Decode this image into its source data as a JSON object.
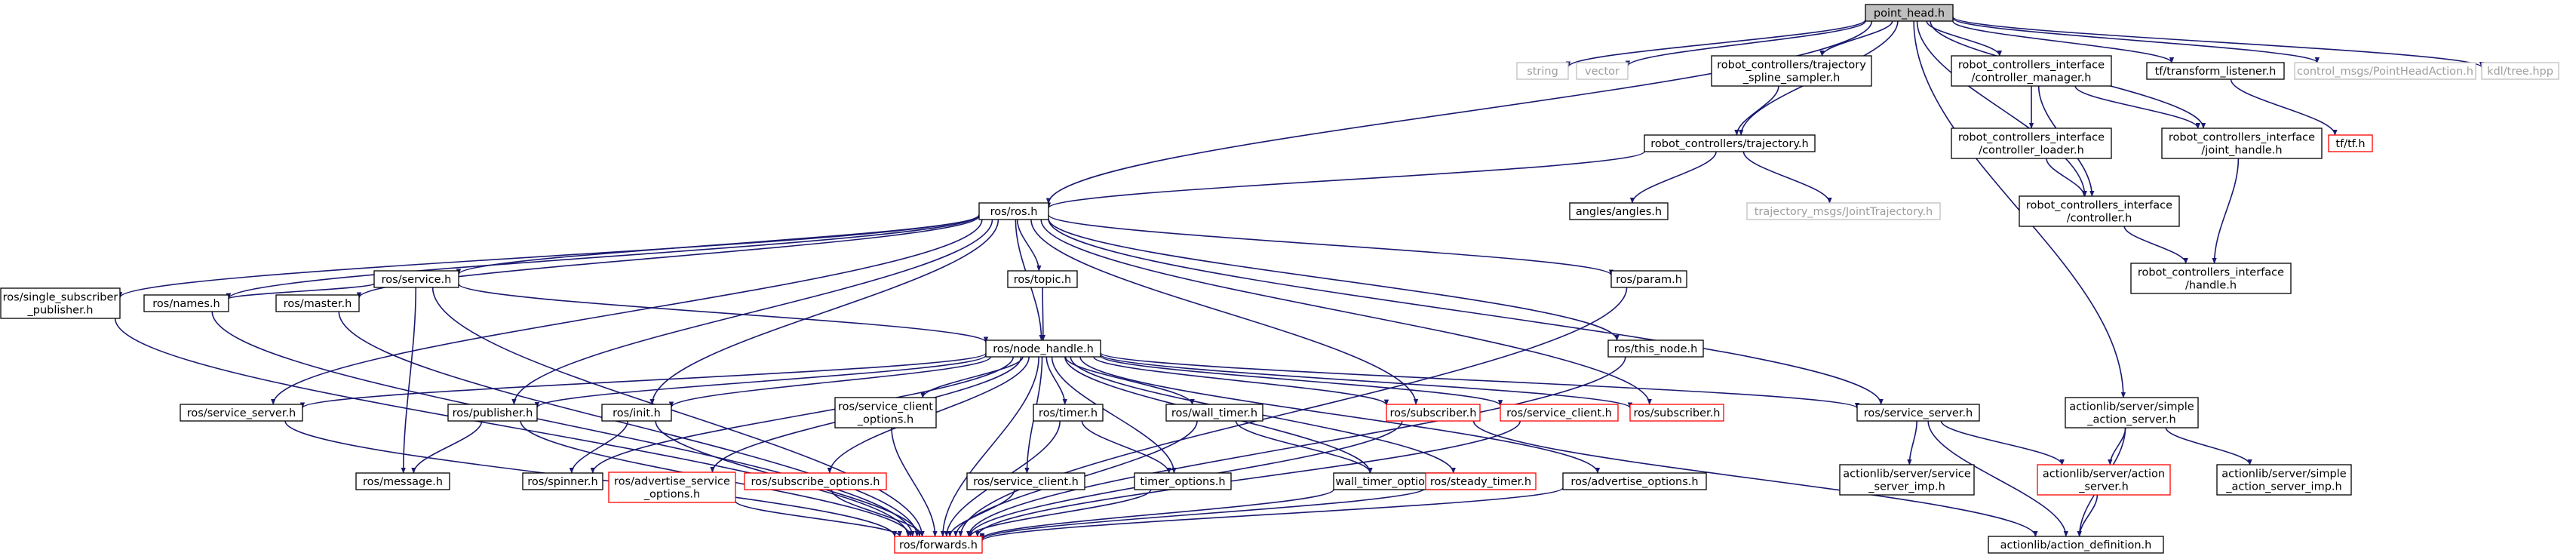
{
  "colors": {
    "edge": "#191970",
    "box_border_documented": "#000000",
    "box_border_undocumented": "#ff0000",
    "box_border_external": "#bfbfbf",
    "root_fill": "#bfbfbf"
  },
  "nodes": [
    {
      "id": "point_head",
      "lines": [
        "point_head.h"
      ],
      "kind": "root"
    },
    {
      "id": "string",
      "lines": [
        "string"
      ],
      "kind": "external"
    },
    {
      "id": "vector",
      "lines": [
        "vector"
      ],
      "kind": "external"
    },
    {
      "id": "spline_sampler",
      "lines": [
        "robot_controllers/trajectory",
        "_spline_sampler.h"
      ],
      "kind": "documented"
    },
    {
      "id": "controller_manager",
      "lines": [
        "robot_controllers_interface",
        "/controller_manager.h"
      ],
      "kind": "documented"
    },
    {
      "id": "transform_listener",
      "lines": [
        "tf/transform_listener.h"
      ],
      "kind": "documented"
    },
    {
      "id": "point_head_action",
      "lines": [
        "control_msgs/PointHeadAction.h"
      ],
      "kind": "external"
    },
    {
      "id": "kdl_tree",
      "lines": [
        "kdl/tree.hpp"
      ],
      "kind": "external"
    },
    {
      "id": "trajectory",
      "lines": [
        "robot_controllers/trajectory.h"
      ],
      "kind": "documented"
    },
    {
      "id": "controller_loader",
      "lines": [
        "robot_controllers_interface",
        "/controller_loader.h"
      ],
      "kind": "documented"
    },
    {
      "id": "joint_handle",
      "lines": [
        "robot_controllers_interface",
        "/joint_handle.h"
      ],
      "kind": "documented"
    },
    {
      "id": "tf_h",
      "lines": [
        "tf/tf.h"
      ],
      "kind": "undocumented"
    },
    {
      "id": "angles",
      "lines": [
        "angles/angles.h"
      ],
      "kind": "documented"
    },
    {
      "id": "joint_trajectory",
      "lines": [
        "trajectory_msgs/JointTrajectory.h"
      ],
      "kind": "external"
    },
    {
      "id": "ros_h",
      "lines": [
        "ros/ros.h"
      ],
      "kind": "documented"
    },
    {
      "id": "controller",
      "lines": [
        "robot_controllers_interface",
        "/controller.h"
      ],
      "kind": "documented"
    },
    {
      "id": "handle",
      "lines": [
        "robot_controllers_interface",
        "/handle.h"
      ],
      "kind": "documented"
    },
    {
      "id": "service",
      "lines": [
        "ros/service.h"
      ],
      "kind": "documented"
    },
    {
      "id": "topic",
      "lines": [
        "ros/topic.h"
      ],
      "kind": "documented"
    },
    {
      "id": "param",
      "lines": [
        "ros/param.h"
      ],
      "kind": "documented"
    },
    {
      "id": "single_sub_pub",
      "lines": [
        "ros/single_subscriber",
        "_publisher.h"
      ],
      "kind": "documented"
    },
    {
      "id": "names",
      "lines": [
        "ros/names.h"
      ],
      "kind": "documented"
    },
    {
      "id": "master",
      "lines": [
        "ros/master.h"
      ],
      "kind": "documented"
    },
    {
      "id": "node_handle",
      "lines": [
        "ros/node_handle.h"
      ],
      "kind": "documented"
    },
    {
      "id": "this_node",
      "lines": [
        "ros/this_node.h"
      ],
      "kind": "documented"
    },
    {
      "id": "simple_action_server",
      "lines": [
        "actionlib/server/simple",
        "_action_server.h"
      ],
      "kind": "documented"
    },
    {
      "id": "service_server_left",
      "lines": [
        "ros/service_server.h"
      ],
      "kind": "documented"
    },
    {
      "id": "publisher",
      "lines": [
        "ros/publisher.h"
      ],
      "kind": "documented"
    },
    {
      "id": "init",
      "lines": [
        "ros/init.h"
      ],
      "kind": "documented"
    },
    {
      "id": "service_client_options",
      "lines": [
        "ros/service_client",
        "_options.h"
      ],
      "kind": "documented"
    },
    {
      "id": "timer",
      "lines": [
        "ros/timer.h"
      ],
      "kind": "documented"
    },
    {
      "id": "wall_timer",
      "lines": [
        "ros/wall_timer.h"
      ],
      "kind": "documented"
    },
    {
      "id": "subscriber_a",
      "lines": [
        "ros/subscriber.h"
      ],
      "kind": "undocumented"
    },
    {
      "id": "service_client_top",
      "lines": [
        "ros/service_client.h"
      ],
      "kind": "undocumented"
    },
    {
      "id": "subscriber_b",
      "lines": [
        "ros/subscriber.h"
      ],
      "kind": "undocumented"
    },
    {
      "id": "service_server_right",
      "lines": [
        "ros/service_server.h"
      ],
      "kind": "documented"
    },
    {
      "id": "message",
      "lines": [
        "ros/message.h"
      ],
      "kind": "documented"
    },
    {
      "id": "spinner",
      "lines": [
        "ros/spinner.h"
      ],
      "kind": "documented"
    },
    {
      "id": "advertise_service_options",
      "lines": [
        "ros/advertise_service",
        "_options.h"
      ],
      "kind": "undocumented"
    },
    {
      "id": "subscribe_options",
      "lines": [
        "ros/subscribe_options.h"
      ],
      "kind": "undocumented"
    },
    {
      "id": "service_client_bottom",
      "lines": [
        "ros/service_client.h"
      ],
      "kind": "documented"
    },
    {
      "id": "timer_options",
      "lines": [
        "timer_options.h"
      ],
      "kind": "documented"
    },
    {
      "id": "wall_timer_options",
      "lines": [
        "wall_timer_options.h"
      ],
      "kind": "documented"
    },
    {
      "id": "steady_timer",
      "lines": [
        "ros/steady_timer.h"
      ],
      "kind": "undocumented"
    },
    {
      "id": "advertise_options",
      "lines": [
        "ros/advertise_options.h"
      ],
      "kind": "documented"
    },
    {
      "id": "service_server_imp",
      "lines": [
        "actionlib/server/service",
        "_server_imp.h"
      ],
      "kind": "documented"
    },
    {
      "id": "action_server",
      "lines": [
        "actionlib/server/action",
        "_server.h"
      ],
      "kind": "undocumented"
    },
    {
      "id": "simple_action_server_imp",
      "lines": [
        "actionlib/server/simple",
        "_action_server_imp.h"
      ],
      "kind": "documented"
    },
    {
      "id": "forwards",
      "lines": [
        "ros/forwards.h"
      ],
      "kind": "undocumented"
    },
    {
      "id": "action_definition",
      "lines": [
        "actionlib/action_definition.h"
      ],
      "kind": "documented"
    }
  ],
  "edges": [
    [
      "point_head",
      "string"
    ],
    [
      "point_head",
      "vector"
    ],
    [
      "point_head",
      "spline_sampler"
    ],
    [
      "point_head",
      "controller_manager"
    ],
    [
      "point_head",
      "transform_listener"
    ],
    [
      "point_head",
      "point_head_action"
    ],
    [
      "point_head",
      "kdl_tree"
    ],
    [
      "point_head",
      "trajectory"
    ],
    [
      "point_head",
      "ros_h"
    ],
    [
      "point_head",
      "joint_handle"
    ],
    [
      "point_head",
      "controller"
    ],
    [
      "point_head",
      "simple_action_server"
    ],
    [
      "spline_sampler",
      "trajectory"
    ],
    [
      "controller_manager",
      "controller_loader"
    ],
    [
      "controller_manager",
      "controller"
    ],
    [
      "controller_manager",
      "joint_handle"
    ],
    [
      "transform_listener",
      "tf_h"
    ],
    [
      "trajectory",
      "angles"
    ],
    [
      "trajectory",
      "joint_trajectory"
    ],
    [
      "trajectory",
      "ros_h"
    ],
    [
      "controller_loader",
      "controller"
    ],
    [
      "joint_handle",
      "handle"
    ],
    [
      "controller",
      "handle"
    ],
    [
      "ros_h",
      "service"
    ],
    [
      "ros_h",
      "topic"
    ],
    [
      "ros_h",
      "param"
    ],
    [
      "ros_h",
      "single_sub_pub"
    ],
    [
      "ros_h",
      "names"
    ],
    [
      "ros_h",
      "master"
    ],
    [
      "ros_h",
      "node_handle"
    ],
    [
      "ros_h",
      "this_node"
    ],
    [
      "ros_h",
      "service_server_left"
    ],
    [
      "ros_h",
      "publisher"
    ],
    [
      "ros_h",
      "init"
    ],
    [
      "ros_h",
      "subscriber_a"
    ],
    [
      "ros_h",
      "subscriber_b"
    ],
    [
      "ros_h",
      "service_server_right"
    ],
    [
      "service",
      "names"
    ],
    [
      "service",
      "node_handle"
    ],
    [
      "service",
      "message"
    ],
    [
      "service",
      "forwards"
    ],
    [
      "topic",
      "node_handle"
    ],
    [
      "single_sub_pub",
      "forwards"
    ],
    [
      "names",
      "forwards"
    ],
    [
      "master",
      "forwards"
    ],
    [
      "this_node",
      "forwards"
    ],
    [
      "param",
      "forwards"
    ],
    [
      "node_handle",
      "service_server_left"
    ],
    [
      "node_handle",
      "publisher"
    ],
    [
      "node_handle",
      "init"
    ],
    [
      "node_handle",
      "service_client_options"
    ],
    [
      "node_handle",
      "timer"
    ],
    [
      "node_handle",
      "wall_timer"
    ],
    [
      "node_handle",
      "subscriber_a"
    ],
    [
      "node_handle",
      "service_client_top"
    ],
    [
      "node_handle",
      "subscriber_b"
    ],
    [
      "node_handle",
      "service_server_right"
    ],
    [
      "node_handle",
      "spinner"
    ],
    [
      "node_handle",
      "advertise_service_options"
    ],
    [
      "node_handle",
      "subscribe_options"
    ],
    [
      "node_handle",
      "service_client_bottom"
    ],
    [
      "node_handle",
      "timer_options"
    ],
    [
      "node_handle",
      "wall_timer_options"
    ],
    [
      "node_handle",
      "steady_timer"
    ],
    [
      "node_handle",
      "advertise_options"
    ],
    [
      "node_handle",
      "forwards"
    ],
    [
      "service_server_left",
      "forwards"
    ],
    [
      "publisher",
      "message"
    ],
    [
      "publisher",
      "forwards"
    ],
    [
      "init",
      "spinner"
    ],
    [
      "init",
      "forwards"
    ],
    [
      "service_client_options",
      "forwards"
    ],
    [
      "timer",
      "timer_options"
    ],
    [
      "timer",
      "forwards"
    ],
    [
      "wall_timer",
      "wall_timer_options"
    ],
    [
      "wall_timer",
      "forwards"
    ],
    [
      "subscriber_a",
      "forwards"
    ],
    [
      "subscriber_a",
      "action_definition"
    ],
    [
      "service_client_top",
      "forwards"
    ],
    [
      "advertise_service_options",
      "forwards"
    ],
    [
      "subscribe_options",
      "forwards"
    ],
    [
      "service_client_bottom",
      "forwards"
    ],
    [
      "timer_options",
      "forwards"
    ],
    [
      "wall_timer_options",
      "forwards"
    ],
    [
      "steady_timer",
      "forwards"
    ],
    [
      "advertise_options",
      "forwards"
    ],
    [
      "service_server_right",
      "service_server_imp"
    ],
    [
      "service_server_right",
      "action_server"
    ],
    [
      "service_server_right",
      "action_definition"
    ],
    [
      "simple_action_server",
      "action_server"
    ],
    [
      "simple_action_server",
      "simple_action_server_imp"
    ],
    [
      "simple_action_server",
      "action_definition"
    ],
    [
      "action_server",
      "action_definition"
    ]
  ]
}
